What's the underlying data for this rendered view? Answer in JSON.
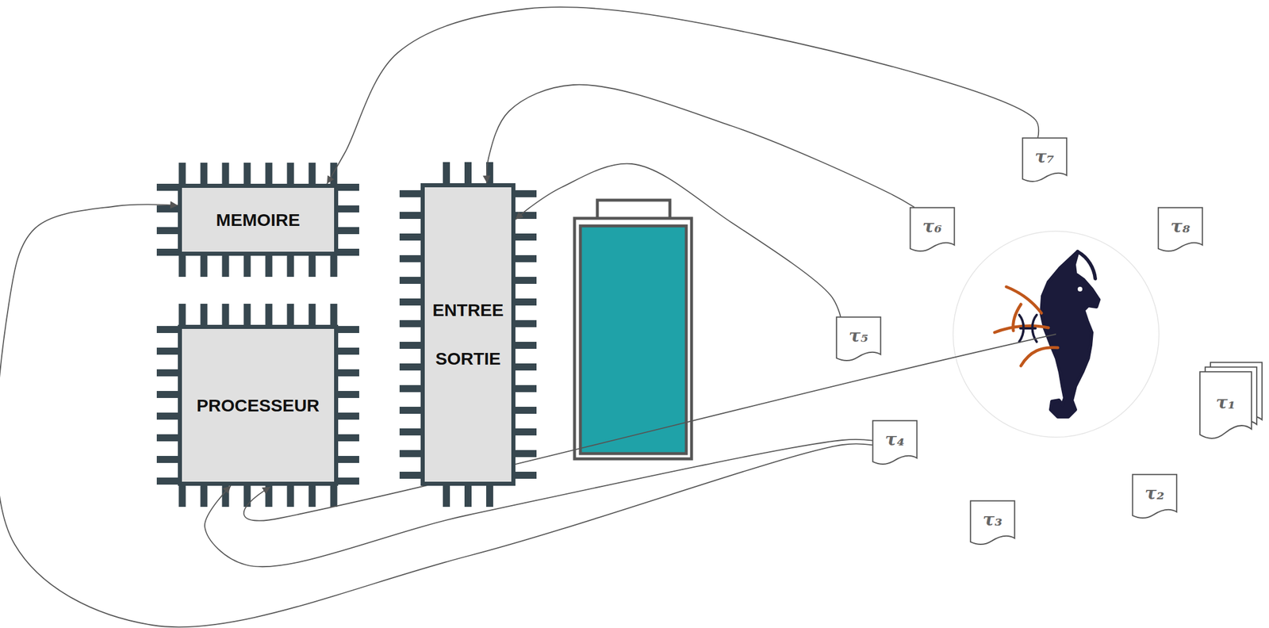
{
  "diagram": {
    "nodes": [
      {
        "text": [
          "MEMOIRE"
        ]
      },
      {
        "text": [
          "ENTREE SORTIE"
        ]
      },
      {
        "text": [
          "PROCESSEUR"
        ]
      },
      {
        "text": [
          "τ₇"
        ]
      },
      {
        "text": [
          "τ₆"
        ]
      },
      {
        "text": [
          "τ₈"
        ]
      },
      {
        "text": [
          "τ₅"
        ]
      },
      {
        "text": [
          "τ₁"
        ]
      },
      {
        "text": [
          "τ₄"
        ]
      },
      {
        "text": [
          "τ₂"
        ]
      },
      {
        "text": [
          "τ₃"
        ]
      }
    ],
    "edges": [
      {
        "from": 3,
        "to": 0,
        "arrow": "to"
      },
      {
        "from": 4,
        "to": 1,
        "arrow": "to"
      },
      {
        "from": 6,
        "to": 1,
        "arrow": "to"
      },
      {
        "from": 8,
        "to": 2,
        "arrow": "to"
      },
      {
        "from": 8,
        "to": 0,
        "arrow": "to"
      }
    ]
  }
}
